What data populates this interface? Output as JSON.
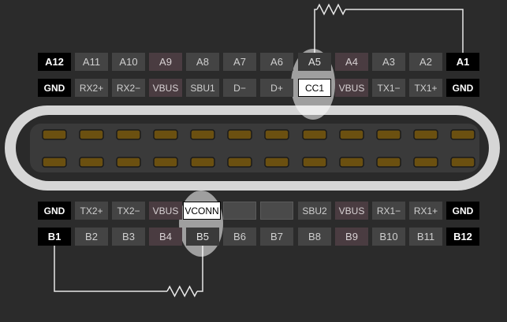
{
  "top": {
    "numbers": [
      {
        "label": "A12",
        "style": "black"
      },
      {
        "label": "A11",
        "style": "normal"
      },
      {
        "label": "A10",
        "style": "normal"
      },
      {
        "label": "A9",
        "style": "pwr"
      },
      {
        "label": "A8",
        "style": "normal"
      },
      {
        "label": "A7",
        "style": "normal"
      },
      {
        "label": "A6",
        "style": "normal"
      },
      {
        "label": "A5",
        "style": "hl"
      },
      {
        "label": "A4",
        "style": "pwr"
      },
      {
        "label": "A3",
        "style": "normal"
      },
      {
        "label": "A2",
        "style": "normal"
      },
      {
        "label": "A1",
        "style": "black"
      }
    ],
    "signals": [
      {
        "label": "GND",
        "style": "black"
      },
      {
        "label": "RX2+",
        "style": "normal"
      },
      {
        "label": "RX2−",
        "style": "normal"
      },
      {
        "label": "VBUS",
        "style": "pwr"
      },
      {
        "label": "SBU1",
        "style": "normal"
      },
      {
        "label": "D−",
        "style": "normal"
      },
      {
        "label": "D+",
        "style": "normal"
      },
      {
        "label": "CC1",
        "style": "white"
      },
      {
        "label": "VBUS",
        "style": "pwr"
      },
      {
        "label": "TX1−",
        "style": "normal"
      },
      {
        "label": "TX1+",
        "style": "normal"
      },
      {
        "label": "GND",
        "style": "black"
      }
    ]
  },
  "bottom": {
    "signals": [
      {
        "label": "GND",
        "style": "black"
      },
      {
        "label": "TX2+",
        "style": "normal"
      },
      {
        "label": "TX2−",
        "style": "normal"
      },
      {
        "label": "VBUS",
        "style": "pwr"
      },
      {
        "label": "VCONN",
        "style": "white"
      },
      {
        "label": "",
        "style": "empty"
      },
      {
        "label": "",
        "style": "empty"
      },
      {
        "label": "SBU2",
        "style": "normal"
      },
      {
        "label": "VBUS",
        "style": "pwr"
      },
      {
        "label": "RX1−",
        "style": "normal"
      },
      {
        "label": "RX1+",
        "style": "normal"
      },
      {
        "label": "GND",
        "style": "black"
      }
    ],
    "numbers": [
      {
        "label": "B1",
        "style": "black"
      },
      {
        "label": "B2",
        "style": "normal"
      },
      {
        "label": "B3",
        "style": "normal"
      },
      {
        "label": "B4",
        "style": "pwr"
      },
      {
        "label": "B5",
        "style": "hl"
      },
      {
        "label": "B6",
        "style": "normal"
      },
      {
        "label": "B7",
        "style": "normal"
      },
      {
        "label": "B8",
        "style": "normal"
      },
      {
        "label": "B9",
        "style": "pwr"
      },
      {
        "label": "B10",
        "style": "normal"
      },
      {
        "label": "B11",
        "style": "normal"
      },
      {
        "label": "B12",
        "style": "black"
      }
    ]
  },
  "colors": {
    "background": "#2b2b2b",
    "connector_shell": "#d6d6d6",
    "connector_body": "#3a3a3a",
    "contact_fill": "#6b5010",
    "contact_stroke": "#1a1a1a",
    "wire": "#e8e8e8"
  },
  "contacts_per_row": 12
}
